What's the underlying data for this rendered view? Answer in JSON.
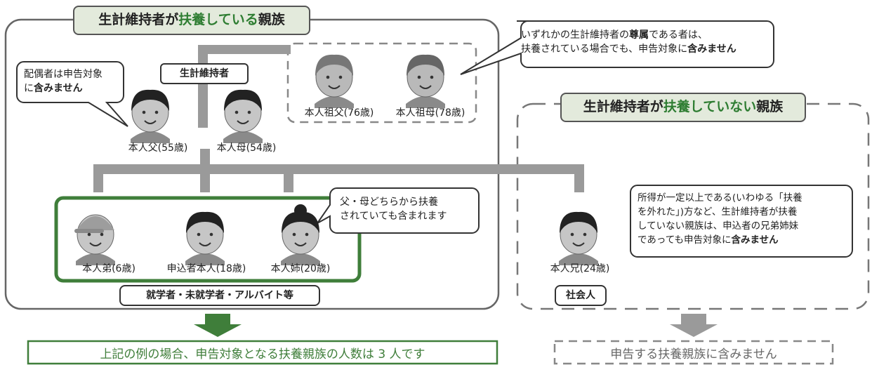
{
  "chart_data": {
    "type": "diagram",
    "left_group_title": {
      "part1": "生計維持者が",
      "part2": "扶養している",
      "part3": "親族"
    },
    "right_group_title": {
      "part1": "生計維持者が",
      "part2": "扶養していない",
      "part3": "親族"
    },
    "supporter_badge": "生計維持者",
    "people": [
      {
        "id": "father",
        "label": "本人父(55歳)"
      },
      {
        "id": "mother",
        "label": "本人母(54歳)"
      },
      {
        "id": "grandfather",
        "label": "本人祖父(76歳)"
      },
      {
        "id": "grandmother",
        "label": "本人祖母(78歳)"
      },
      {
        "id": "brother",
        "label": "本人弟(6歳)"
      },
      {
        "id": "applicant",
        "label": "申込者本人(18歳)"
      },
      {
        "id": "sister",
        "label": "本人姉(20歳)"
      },
      {
        "id": "older-brother",
        "label": "本人兄(24歳)"
      }
    ],
    "callouts": {
      "spouse": {
        "line1": "配偶者は申告対象",
        "line2_pre": "に",
        "line2_bold": "含みません"
      },
      "ascendants": {
        "line1_pre": "いずれかの生計維持者の",
        "line1_bold": "尊属",
        "line1_post": "である者は、",
        "line2_pre": "扶養されている場合でも、申告対象に",
        "line2_bold": "含みません"
      },
      "parents": {
        "line1": "父・母どちらから扶養",
        "line2": "されていても含まれます"
      },
      "not_supported": {
        "line1": "所得が一定以上である(いわゆる「扶養",
        "line2": "を外れた」)方など、生計維持者が扶養",
        "line3": "していない親族は、申込者の兄弟姉妹",
        "line4_pre": "であっても申告対象に",
        "line4_bold": "含みません"
      }
    },
    "students_badge": "就学者・未就学者・アルバイト等",
    "worker_badge": "社会人",
    "result_left": "上記の例の場合、申告対象となる扶養親族の人数は 3 人です",
    "result_right": "申告する扶養親族に含みません",
    "colors": {
      "green": "#3f7e3a",
      "gray": "#9a9a9a",
      "title_bg": "#e3eadc"
    }
  }
}
